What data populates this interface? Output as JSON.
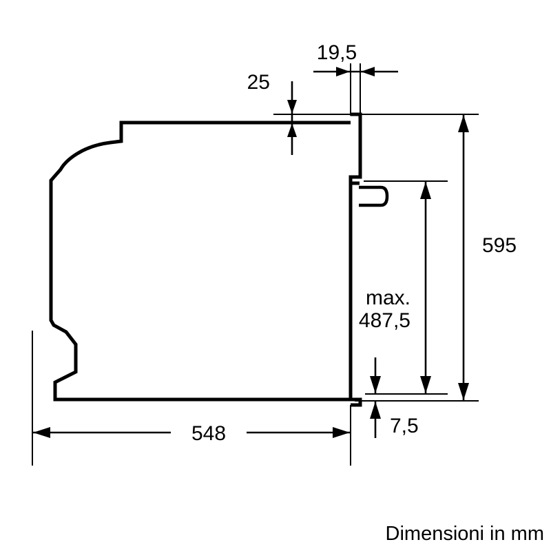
{
  "drawing": {
    "kind": "appliance-side-section-dimension-drawing",
    "subject": "built-in oven side view",
    "unit_note": "Dimensioni in mm",
    "stroke_color": "#000000",
    "background_color": "#ffffff"
  },
  "dimensions": {
    "door_thickness": {
      "label": "19,5",
      "orientation": "horizontal",
      "position": "top",
      "arrows": "inward"
    },
    "top_gap": {
      "label": "25",
      "orientation": "vertical",
      "position": "top-left-of-door",
      "arrows": "inward"
    },
    "total_height": {
      "label": "595",
      "orientation": "vertical",
      "position": "right-outer",
      "arrows": "outward"
    },
    "cavity_max_height": {
      "label": "max.",
      "label_line2": "487,5",
      "orientation": "vertical",
      "position": "right-inner",
      "arrows": "outward"
    },
    "bottom_offset": {
      "label": "7,5",
      "orientation": "vertical",
      "position": "bottom-right",
      "arrows": "outward"
    },
    "depth": {
      "label": "548",
      "orientation": "horizontal",
      "position": "bottom",
      "arrows": "outward"
    }
  },
  "footer": {
    "text": "Dimensioni in mm"
  }
}
